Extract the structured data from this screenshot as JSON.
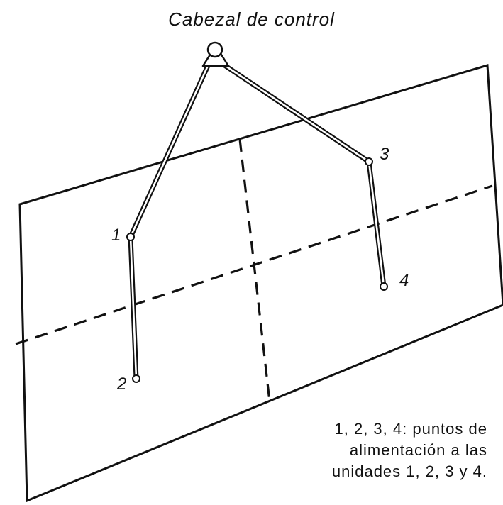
{
  "title": "Cabezal de control",
  "points": [
    {
      "id": "1",
      "label": "1"
    },
    {
      "id": "2",
      "label": "2"
    },
    {
      "id": "3",
      "label": "3"
    },
    {
      "id": "4",
      "label": "4"
    }
  ],
  "legend": {
    "line1": "1, 2, 3, 4: puntos de",
    "line2": "alimentación a las",
    "line3": "unidades 1, 2, 3 y 4."
  }
}
